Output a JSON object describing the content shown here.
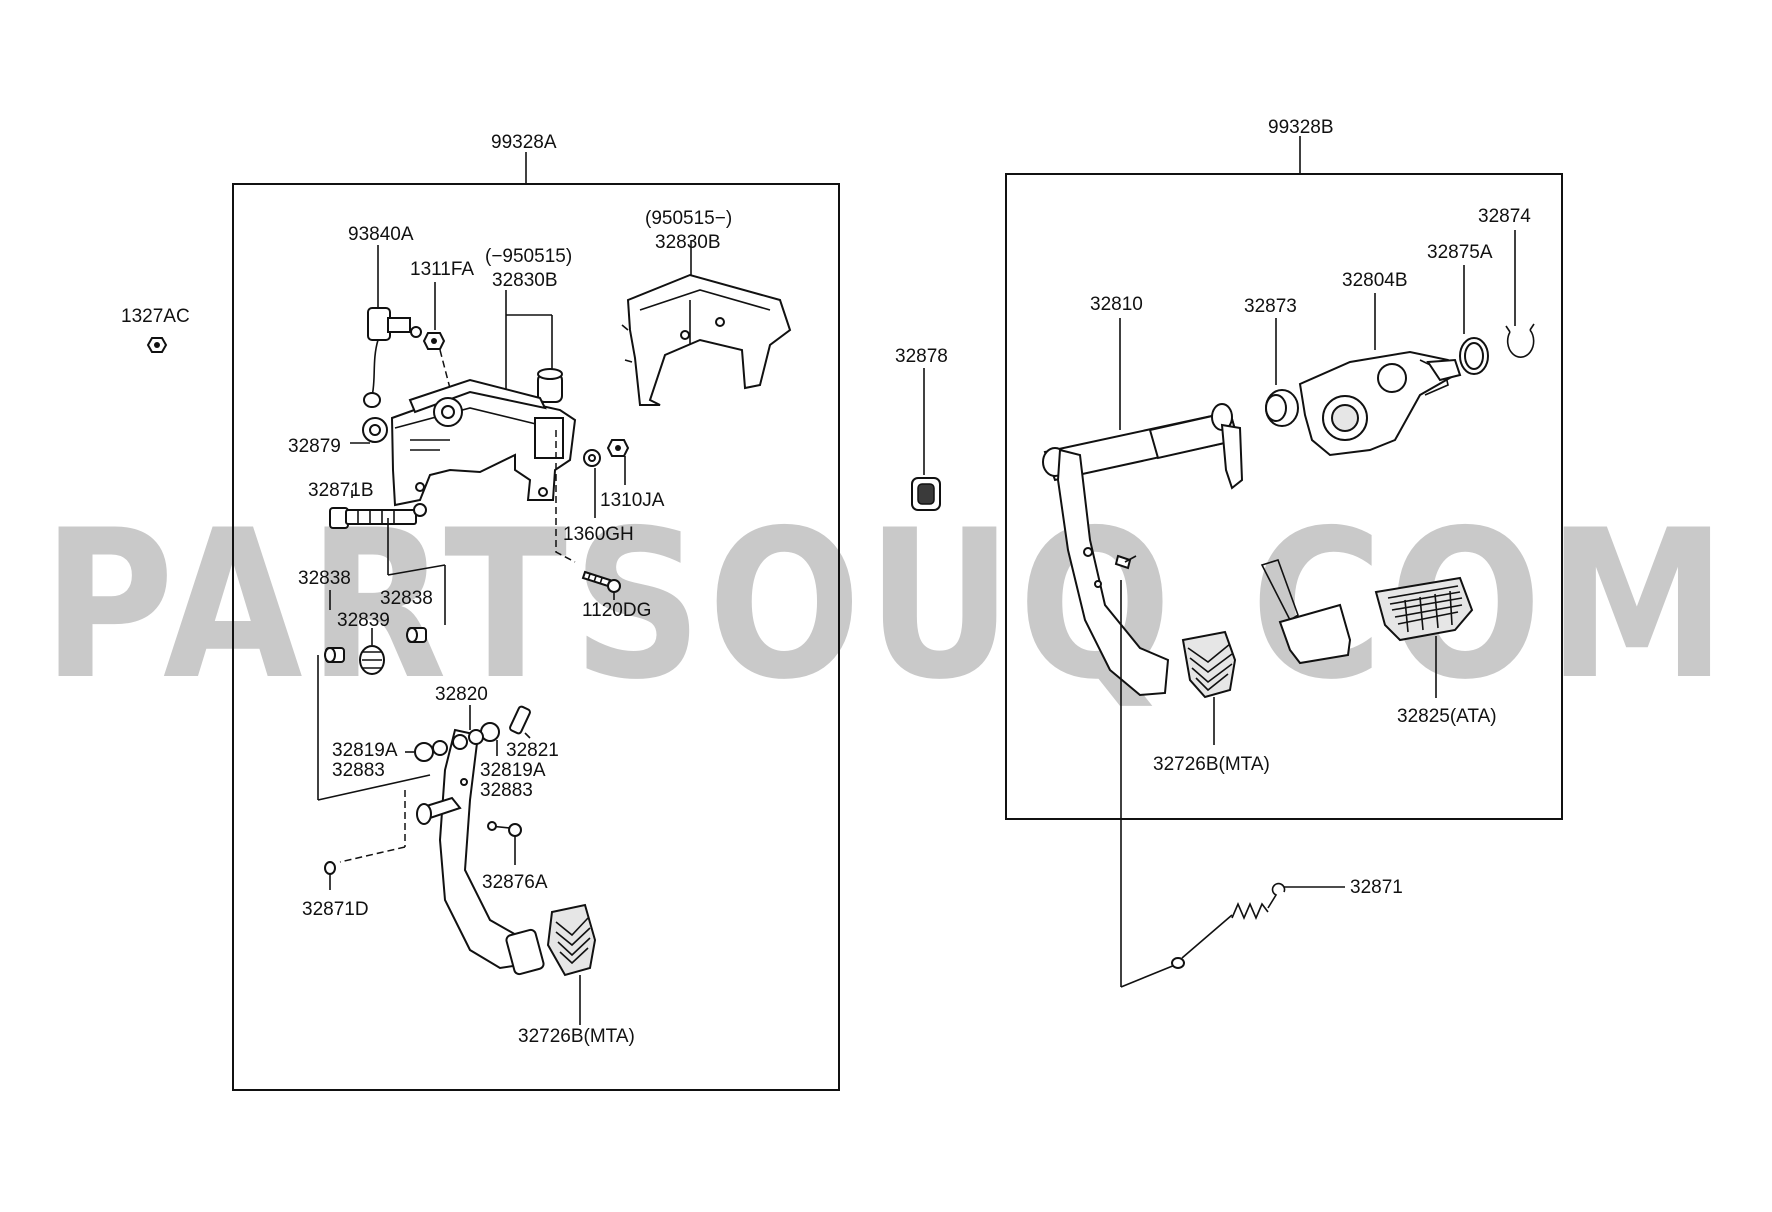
{
  "watermark": "PARTSOUQ.COM",
  "assemblies": {
    "left": {
      "ref": "99328A"
    },
    "right": {
      "ref": "99328B"
    }
  },
  "callouts": {
    "c_1327AC": "1327AC",
    "c_93840A": "93840A",
    "c_1311FA": "1311FA",
    "c_950515_before": "(−950515)",
    "c_32830B_a": "32830B",
    "c_950515_after": "(950515−)",
    "c_32830B_b": "32830B",
    "c_32879": "32879",
    "c_32871B": "32871B",
    "c_1310JA": "1310JA",
    "c_1360GH": "1360GH",
    "c_1120DG": "1120DG",
    "c_32838_a": "32838",
    "c_32838_b": "32838",
    "c_32839": "32839",
    "c_32820": "32820",
    "c_32821": "32821",
    "c_32819A_a": "32819A",
    "c_32883_a": "32883",
    "c_32819A_b": "32819A",
    "c_32883_b": "32883",
    "c_32876A": "32876A",
    "c_32871D": "32871D",
    "c_32726B_left": "32726B(MTA)",
    "c_32878": "32878",
    "c_32810": "32810",
    "c_32873": "32873",
    "c_32804B": "32804B",
    "c_32875A": "32875A",
    "c_32874": "32874",
    "c_32726B_right": "32726B(MTA)",
    "c_32825": "32825(ATA)",
    "c_32871": "32871"
  }
}
